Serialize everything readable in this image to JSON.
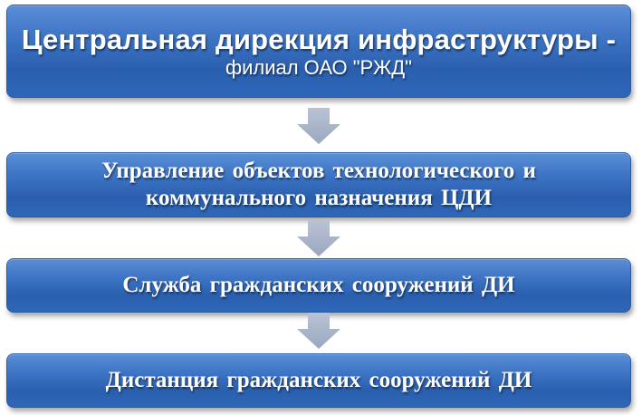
{
  "boxes": [
    {
      "line1": "Центральная дирекция инфраструктуры -",
      "line2": "филиал ОАО \"РЖД\""
    },
    {
      "line1": "Управление объектов технологического и",
      "line2": "коммунального назначения ЦДИ"
    },
    {
      "line1": "Служба гражданских сооружений ДИ"
    },
    {
      "line1": "Дистанция гражданских сооружений ДИ"
    }
  ],
  "colors": {
    "box_fill": "#3d74c4",
    "arrow_fill": "#a6b2c8",
    "text": "#ffffff"
  },
  "icons": [
    "down-arrow-icon",
    "down-arrow-icon",
    "down-arrow-icon"
  ]
}
